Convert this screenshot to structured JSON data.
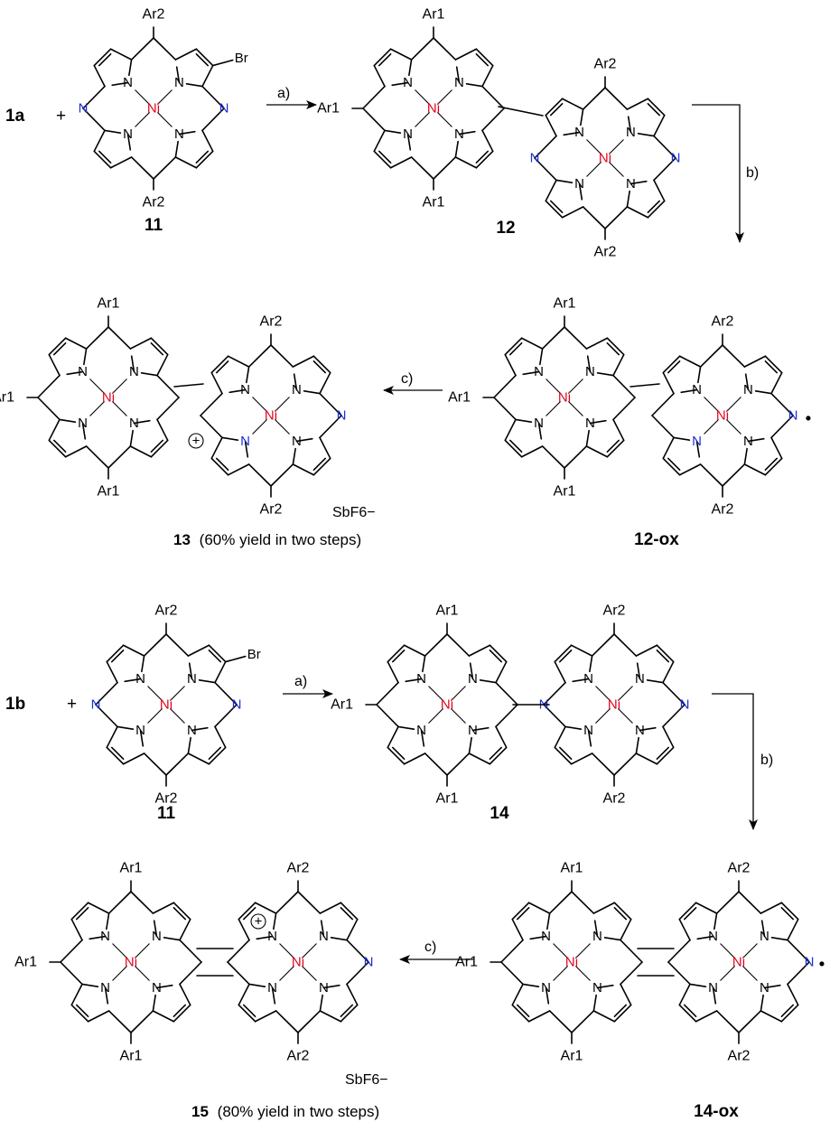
{
  "symbols": {
    "n": "N",
    "ni": "Ni",
    "br": "Br",
    "plus": "+",
    "charge": "+",
    "radical": "•",
    "counterion": "SbF6−",
    "ar1": "Ar1",
    "ar2": "Ar2"
  },
  "colors": {
    "metal": "#e3001b",
    "imine_nitrogen": "#1a2fd4",
    "bond": "#000000"
  },
  "compounds": {
    "c1a": "1a",
    "c1b": "1b",
    "c11": "11",
    "c12": "12",
    "c12ox": "12-ox",
    "c13": "13",
    "c13_yield": "(60% yield in two steps)",
    "c14": "14",
    "c14ox": "14-ox",
    "c15": "15",
    "c15_yield": "(80% yield in two steps)"
  },
  "conditions": {
    "a": "a)",
    "b": "b)",
    "c": "c)"
  }
}
